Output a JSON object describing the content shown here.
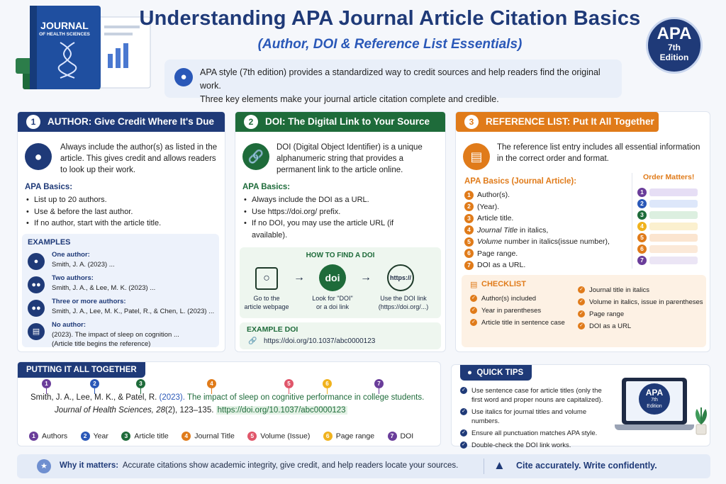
{
  "header": {
    "title": "Understanding APA Journal Article Citation Basics",
    "subtitle": "(Author, DOI & Reference List Essentials)",
    "intro_line1": "APA style (7th edition) provides a standardized way to credit sources and help readers find the original work.",
    "intro_line2": "Three key elements make your journal article citation complete and credible.",
    "badge_top": "APA",
    "badge_mid": "7th",
    "badge_bot": "Edition",
    "book_line1": "JOURNAL",
    "book_line2": "OF HEALTH SCIENCES"
  },
  "colors": {
    "blue": "#1f3a78",
    "green": "#1e6b3a",
    "orange": "#e07b1a"
  },
  "author": {
    "num": "1",
    "heading": "AUTHOR: Give Credit Where It's Due",
    "desc": "Always include the author(s) as listed in the article. This gives credit and allows readers to look up their work.",
    "basics_label": "APA Basics:",
    "basics": [
      "List up to 20 authors.",
      "Use & before the last author.",
      "If no author, start with the article title."
    ],
    "examples_label": "EXAMPLES",
    "examples": [
      {
        "title": "One author:",
        "value": "Smith, J. A. (2023) ...",
        "icon": "person-icon"
      },
      {
        "title": "Two authors:",
        "value": "Smith, J. A., & Lee, M. K. (2023) ...",
        "icon": "two-people-icon"
      },
      {
        "title": "Three or more authors:",
        "value": "Smith, J. A., Lee, M. K., Patel, R., & Chen, L. (2023) ...",
        "icon": "group-icon"
      },
      {
        "title": "No author:",
        "value": "(2023). The impact of sleep on cognition ...",
        "value2": "(Article title begins the reference)",
        "icon": "document-icon"
      }
    ]
  },
  "doi": {
    "num": "2",
    "heading": "DOI: The Digital Link to Your Source",
    "desc": "DOI (Digital Object Identifier) is a unique alphanumeric string that provides a permanent link to the article online.",
    "basics_label": "APA Basics:",
    "basics": [
      "Always include the DOI as a URL.",
      "Use https://doi.org/ prefix.",
      "If no DOI, you may use the article URL (if available)."
    ],
    "find_label": "HOW TO FIND A DOI",
    "steps": [
      {
        "label1": "Go to the",
        "label2": "article webpage"
      },
      {
        "label1": "Look for \"DOI\"",
        "label2": "or a doi link",
        "icon_text": "doi"
      },
      {
        "label1": "Use the DOI link",
        "label2": "(https://doi.org/...)",
        "icon_text": "https://"
      }
    ],
    "example_label": "EXAMPLE DOI",
    "example_value": "https://doi.org/10.1037/abc0000123"
  },
  "reference": {
    "num": "3",
    "heading": "REFERENCE LIST: Put It All Together",
    "desc": "The reference list entry includes all essential information in the correct order and format.",
    "basics_label": "APA Basics (Journal Article):",
    "items": [
      {
        "n": "1",
        "text": "Author(s)."
      },
      {
        "n": "2",
        "text": "(Year)."
      },
      {
        "n": "3",
        "text": "Article title."
      },
      {
        "n": "4",
        "italic": "Journal Title",
        "text": " in italics,"
      },
      {
        "n": "5",
        "italic": "Volume",
        "text": " number in italics(issue number),"
      },
      {
        "n": "6",
        "text": "Page range."
      },
      {
        "n": "7",
        "text": "DOI as a URL."
      }
    ],
    "order_label": "Order Matters!",
    "order_nums": [
      "1",
      "2",
      "3",
      "4",
      "5",
      "6",
      "7"
    ],
    "checklist_label": "CHECKLIST",
    "checklist_left": [
      "Author(s) included",
      "Year in parentheses",
      "Article title in sentence case"
    ],
    "checklist_right": [
      "Journal title in italics",
      "Volume in italics, issue in parentheses",
      "Page range",
      "DOI as a URL"
    ]
  },
  "together": {
    "label": "PUTTING IT ALL TOGETHER",
    "marks": [
      "1",
      "2",
      "3",
      "4",
      "5",
      "6",
      "7"
    ],
    "authors": "Smith, J. A., Lee, M. K., & Patel, R.",
    "year": " (2023).",
    "title": " The impact of sleep on cognitive performance in college students.",
    "journal": "Journal of Health Sciences,",
    "volume": "28",
    "issue": "(2),",
    "pages": "123–135.",
    "doi": "https://doi.org/10.1037/abc0000123",
    "legend": [
      "Authors",
      "Year",
      "Article title",
      "Journal Title",
      "Volume (Issue)",
      "Page range",
      "DOI"
    ]
  },
  "tips": {
    "label": "QUICK TIPS",
    "items": [
      "Use sentence case for article titles (only the first word and proper nouns are capitalized).",
      "Use italics for journal titles and volume numbers.",
      "Ensure all punctuation matches APA style.",
      "Double-check the DOI link works."
    ],
    "screen_top": "APA",
    "screen_mid": "7th",
    "screen_bot": "Edition"
  },
  "footer": {
    "why_label": "Why it matters:",
    "why_text": "Accurate citations show academic integrity, give credit, and help readers locate your sources.",
    "slogan": "Cite accurately. Write confidently."
  }
}
